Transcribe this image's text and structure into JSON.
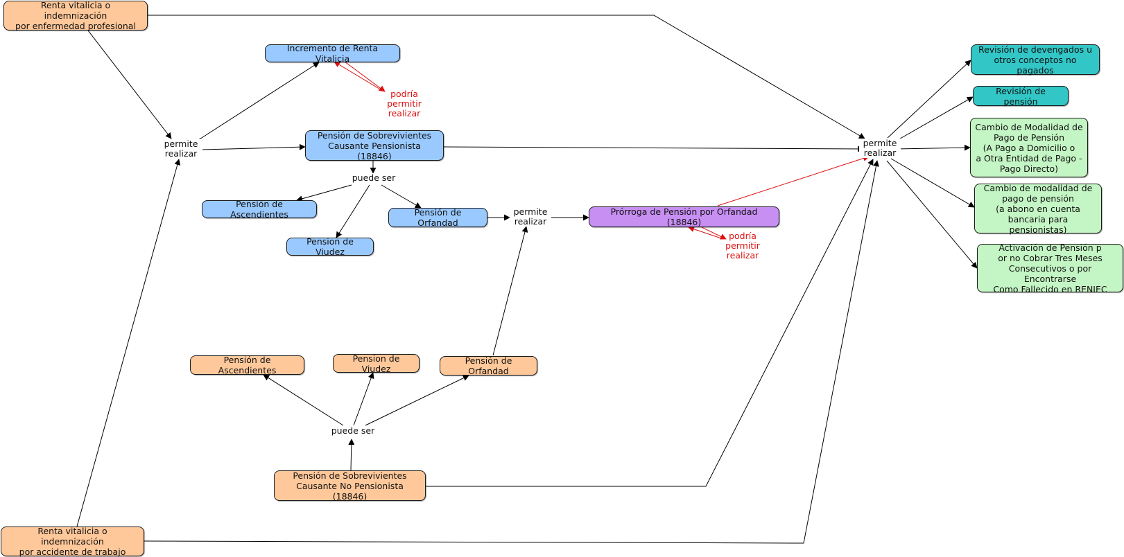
{
  "nodes": {
    "renta_enfermedad": "Renta vitalicia o indemnización\npor enfermedad profesional",
    "renta_accidente": "Renta vitalicia o indemnización\npor accidente de trabajo",
    "incremento_renta": "Incremento de Renta Vitalicia",
    "pension_sobrev_pensionista": "Pensión de Sobrevivientes\nCausante Pensionista (18846)",
    "pension_ascend_blue": "Pensión de Ascendientes",
    "pension_viudez_blue": "Pension de Viudez",
    "pension_orfandad_blue": "Pensión de Orfandad",
    "prorroga_orfandad": "Prórroga de Pensión por Orfandad (18846)",
    "pension_ascend_orange": "Pensión de Ascendientes",
    "pension_viudez_orange": "Pension de Viudez",
    "pension_orfandad_orange": "Pensión de Orfandad",
    "pension_sobrev_no_pensionista": "Pensión de Sobrevivientes\nCausante No Pensionista (18846)",
    "revision_devengados": "Revisión de devengados u\notros conceptos no pagados",
    "revision_pension": "Revisión de pensión",
    "cambio_modalidad_directo": "Cambio de Modalidad de\nPago de Pensión\n(A Pago a Domicilio o\na Otra Entidad de Pago -\nPago Directo)",
    "cambio_modalidad_abono": "Cambio de modalidad de\npago de pensión\n(a abono en cuenta\nbancaria para pensionistas)",
    "activacion_pension": "Activación de Pensión p\nor no Cobrar Tres Meses\nConsecutivos o por Encontrarse\nComo Fallecido en RENIEC"
  },
  "links": {
    "permite_left": "permite\nrealizar",
    "permite_mid": "permite\nrealizar",
    "permite_right": "permite\nrealizar",
    "puede_ser_top": "puede ser",
    "puede_ser_bottom": "puede ser",
    "podria_top": "podría\npermitir\nrealizar",
    "podria_mid": "podría\npermitir\nrealizar"
  },
  "colors": {
    "orange": "#ffc89a",
    "blue": "#99c9ff",
    "teal": "#33c6c6",
    "green": "#c4f5c4",
    "purple": "#c78ff2",
    "edge": "#000000",
    "edge_red": "#dd1111"
  }
}
